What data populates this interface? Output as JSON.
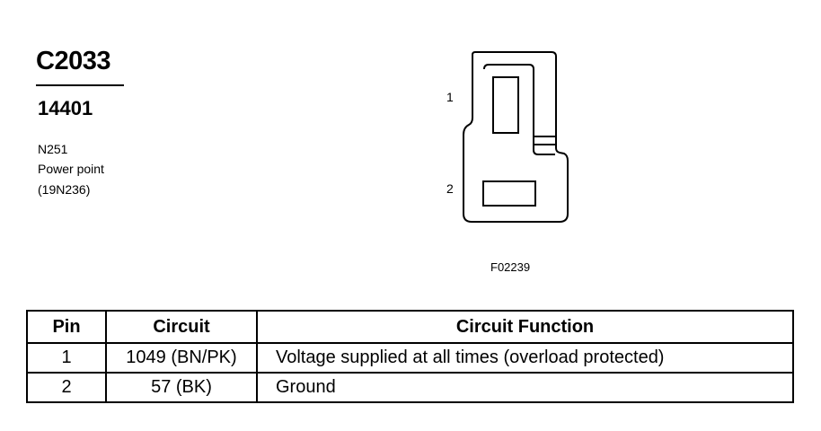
{
  "connector": {
    "id": "C2033",
    "part_number": "14401",
    "description_lines": [
      "N251",
      "Power point",
      "(19N236)"
    ]
  },
  "diagram": {
    "pins": [
      {
        "label": "1"
      },
      {
        "label": "2"
      }
    ],
    "figure_code": "F02239"
  },
  "table": {
    "headers": [
      "Pin",
      "Circuit",
      "Circuit Function"
    ],
    "rows": [
      [
        "1",
        "1049 (BN/PK)",
        "Voltage supplied at all times (overload protected)"
      ],
      [
        "2",
        "57 (BK)",
        "Ground"
      ]
    ]
  }
}
